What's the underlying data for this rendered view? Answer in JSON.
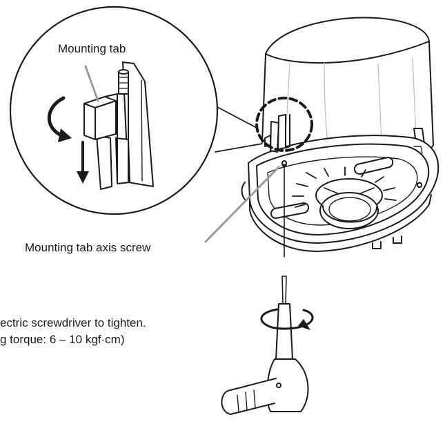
{
  "diagram": {
    "labels": {
      "mounting_tab": "Mounting tab",
      "axis_screw": "Mounting tab axis screw",
      "instruction": "ectric screwdriver to tighten.",
      "torque": "g torque: 6 – 10 kgf·cm)"
    }
  }
}
